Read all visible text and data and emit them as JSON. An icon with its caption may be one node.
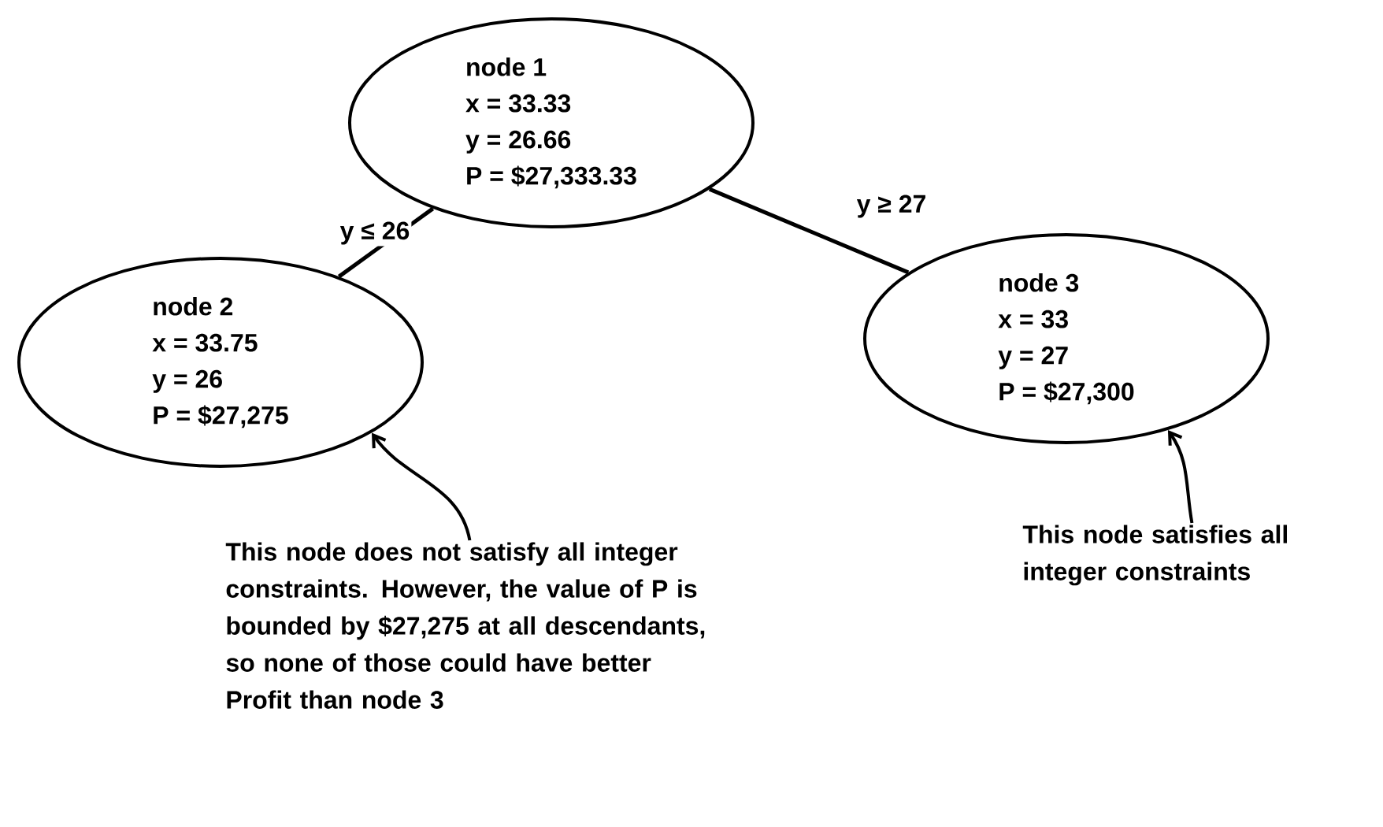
{
  "diagram": {
    "nodes": [
      {
        "text": [
          "node 1",
          "x = 33.33",
          "y = 26.66",
          "P = $27,333.33"
        ]
      },
      {
        "text": [
          "node 2",
          "x = 33.75",
          "y = 26",
          "P = $27,275"
        ]
      },
      {
        "text": [
          "node 3",
          "x = 33",
          "y = 27",
          "P = $27,300"
        ]
      },
      {
        "text": [
          "This node does not satisfy all integer constraints. However, the value of P is bounded by $27,275 at all descendants, so none of those could have better Profit than node 3"
        ]
      },
      {
        "text": [
          "This node satisfies all integer constraints"
        ]
      }
    ],
    "edges": [
      {
        "from": 0,
        "to": 1,
        "arrow": "none",
        "label": "y ≤ 26"
      },
      {
        "from": 0,
        "to": 2,
        "arrow": "none",
        "label": "y ≥ 27"
      },
      {
        "from": 3,
        "to": 1,
        "arrow": "to"
      },
      {
        "from": 4,
        "to": 2,
        "arrow": "to"
      }
    ]
  }
}
